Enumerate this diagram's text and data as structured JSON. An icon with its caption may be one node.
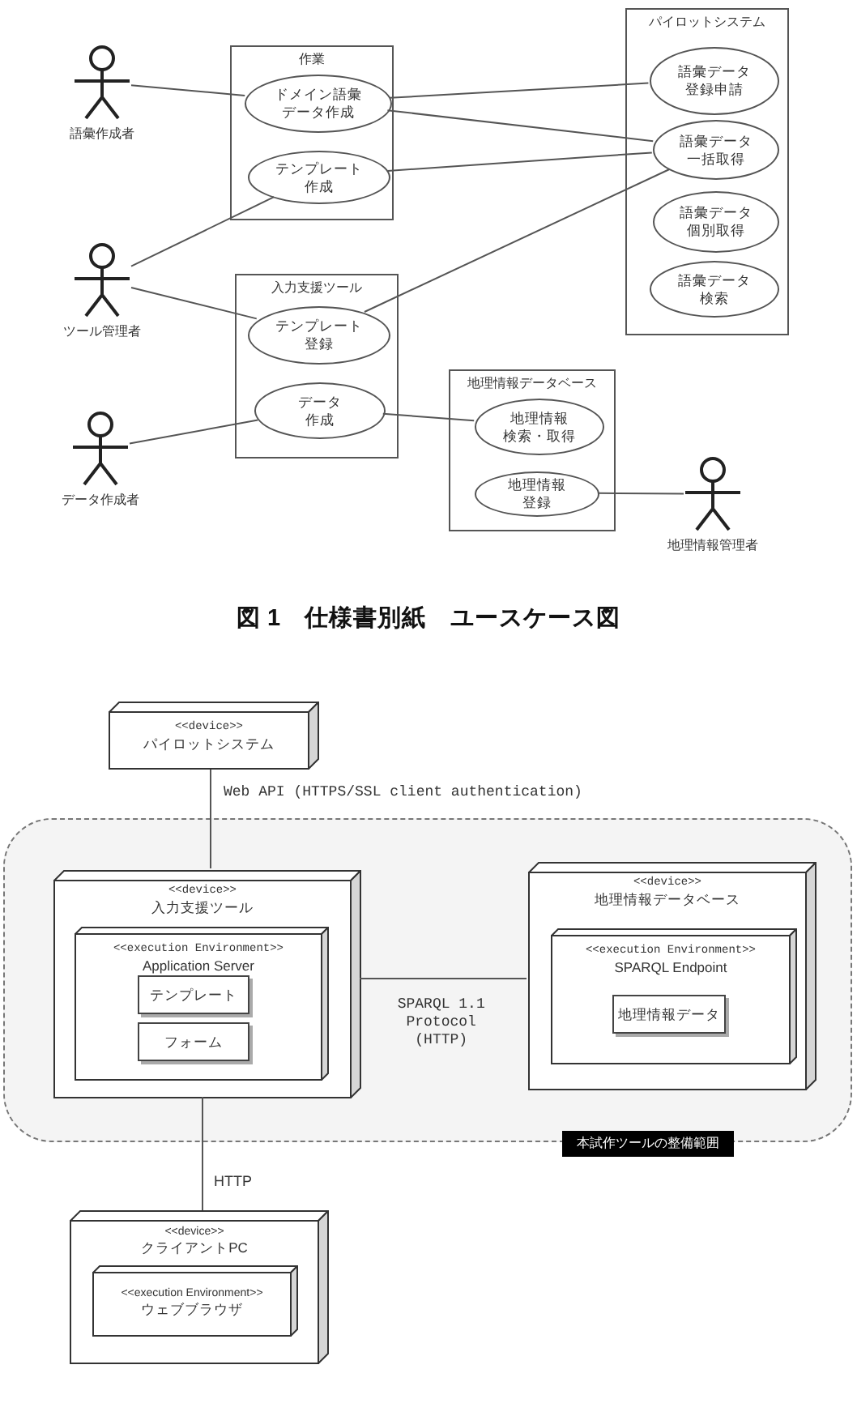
{
  "diagram": {
    "caption": "図 1　仕様書別紙　ユースケース図",
    "nodes": [
      {
        "text": [],
        "shape": "person",
        "beside": [
          "語彙作成者"
        ]
      },
      {
        "text": [],
        "shape": "person",
        "beside": [
          "ツール管理者"
        ]
      },
      {
        "text": [],
        "shape": "person",
        "beside": [
          "データ作成者"
        ]
      },
      {
        "text": [
          "作業"
        ]
      },
      {
        "text": [
          "ドメイン語彙データ作成"
        ],
        "in": 3
      },
      {
        "text": [
          "テンプレート作成"
        ],
        "in": 3
      },
      {
        "text": [
          "入力支援ツール"
        ]
      },
      {
        "text": [
          "テンプレート登録"
        ],
        "in": 6
      },
      {
        "text": [
          "データ作成"
        ],
        "in": 6
      },
      {
        "text": [
          "パイロットシステム"
        ]
      },
      {
        "text": [
          "語彙データ登録申請"
        ],
        "in": 9
      },
      {
        "text": [
          "語彙データ一括取得"
        ],
        "in": 9
      },
      {
        "text": [
          "語彙データ個別取得"
        ],
        "in": 9
      },
      {
        "text": [
          "語彙データ検索"
        ],
        "in": 9
      },
      {
        "text": [
          "地理情報データベース"
        ]
      },
      {
        "text": [
          "地理情報検索・取得"
        ],
        "in": 14
      },
      {
        "text": [
          "地理情報登録"
        ],
        "in": 14
      },
      {
        "text": [],
        "shape": "person",
        "beside": [
          "地理情報管理者"
        ]
      },
      {
        "text": [
          "<<device>>",
          "パイロットシステム"
        ]
      },
      {
        "text": [
          "本試作ツールの整備範囲"
        ]
      },
      {
        "text": [
          "<<device>>",
          "入力支援ツール"
        ],
        "in": 19
      },
      {
        "text": [
          "<<execution Environment>>",
          "Application Server"
        ],
        "in": 20
      },
      {
        "text": [
          "テンプレート"
        ],
        "in": 21
      },
      {
        "text": [
          "フォーム"
        ],
        "in": 21
      },
      {
        "text": [
          "<<device>>",
          "地理情報データベース"
        ],
        "in": 19
      },
      {
        "text": [
          "<<execution Environment>>",
          "SPARQL Endpoint"
        ],
        "in": 24
      },
      {
        "text": [
          "地理情報データ"
        ],
        "in": 25
      },
      {
        "text": [
          "<<device>>",
          "クライアントPC"
        ]
      },
      {
        "text": [
          "<<execution Environment>>",
          "ウェブブラウザ"
        ],
        "in": 27
      }
    ],
    "edges": [
      {
        "from": 0,
        "to": 4,
        "arrow": "none"
      },
      {
        "from": 1,
        "to": 5,
        "arrow": "none"
      },
      {
        "from": 1,
        "to": 7,
        "arrow": "none"
      },
      {
        "from": 2,
        "to": 8,
        "arrow": "none"
      },
      {
        "from": 4,
        "to": 10,
        "arrow": "none"
      },
      {
        "from": 4,
        "to": 11,
        "arrow": "none"
      },
      {
        "from": 5,
        "to": 11,
        "arrow": "none"
      },
      {
        "from": 7,
        "to": 11,
        "arrow": "none"
      },
      {
        "from": 8,
        "to": 15,
        "arrow": "none"
      },
      {
        "from": 17,
        "to": 16,
        "arrow": "none"
      },
      {
        "from": 18,
        "to": 20,
        "arrow": "none",
        "label": "Web API (HTTPS/SSL client authentication)"
      },
      {
        "from": 20,
        "to": 24,
        "arrow": "none",
        "label": "SPARQL 1.1 Protocol (HTTP)"
      },
      {
        "from": 20,
        "to": 27,
        "arrow": "none",
        "label": "HTTP"
      }
    ]
  }
}
